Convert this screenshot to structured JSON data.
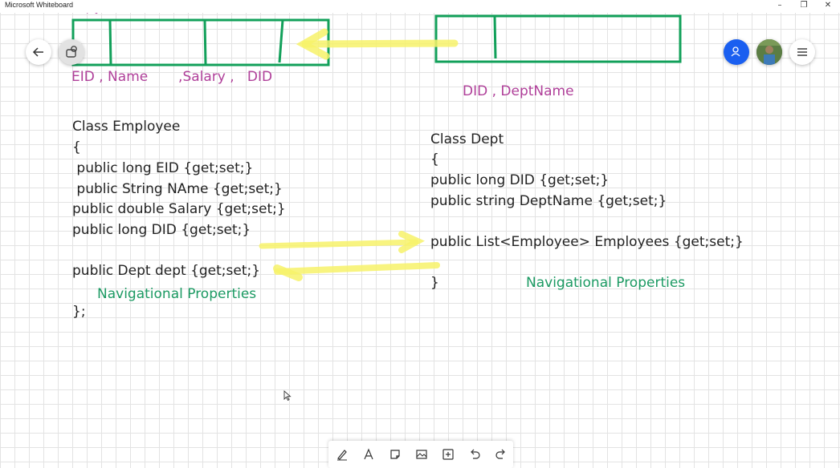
{
  "window": {
    "title": "Microsoft Whiteboard",
    "minimize": "–",
    "restore": "❐",
    "close": "✕"
  },
  "board": {
    "employee_table_columns": "EID , Name       ,Salary ,   DID",
    "dept_table_columns": "DID , DeptName",
    "employee_class": [
      "Class Employee",
      "{",
      " public long EID {get;set;}",
      " public String NAme {get;set;}",
      "public double Salary {get;set;}",
      "public long DID {get;set;}",
      "public Dept dept {get;set;}",
      "};"
    ],
    "employee_nav_label": "Navigational Properties",
    "dept_class": [
      "Class Dept",
      "{",
      "public long DID {get;set;}",
      "public string DeptName {get;set;}",
      "public List<Employee> Employees {get;set;}",
      "}"
    ],
    "dept_nav_label": "Navigational Properties"
  },
  "colors": {
    "table_border": "#12a05a",
    "highlighter": "#f7f26a",
    "column_label": "#b0409a",
    "nav_label": "#1c9a63",
    "invite_button": "#1a5ff0"
  },
  "icons": {
    "back": "arrow-left-icon",
    "ink_to_shape": "ink-shape-icon",
    "invite": "person-add-icon",
    "avatar": "user-avatar",
    "menu": "hamburger-menu-icon",
    "toolbar": [
      "pen-icon",
      "text-icon",
      "sticky-note-icon",
      "image-icon",
      "insert-icon",
      "undo-icon",
      "redo-icon"
    ]
  }
}
